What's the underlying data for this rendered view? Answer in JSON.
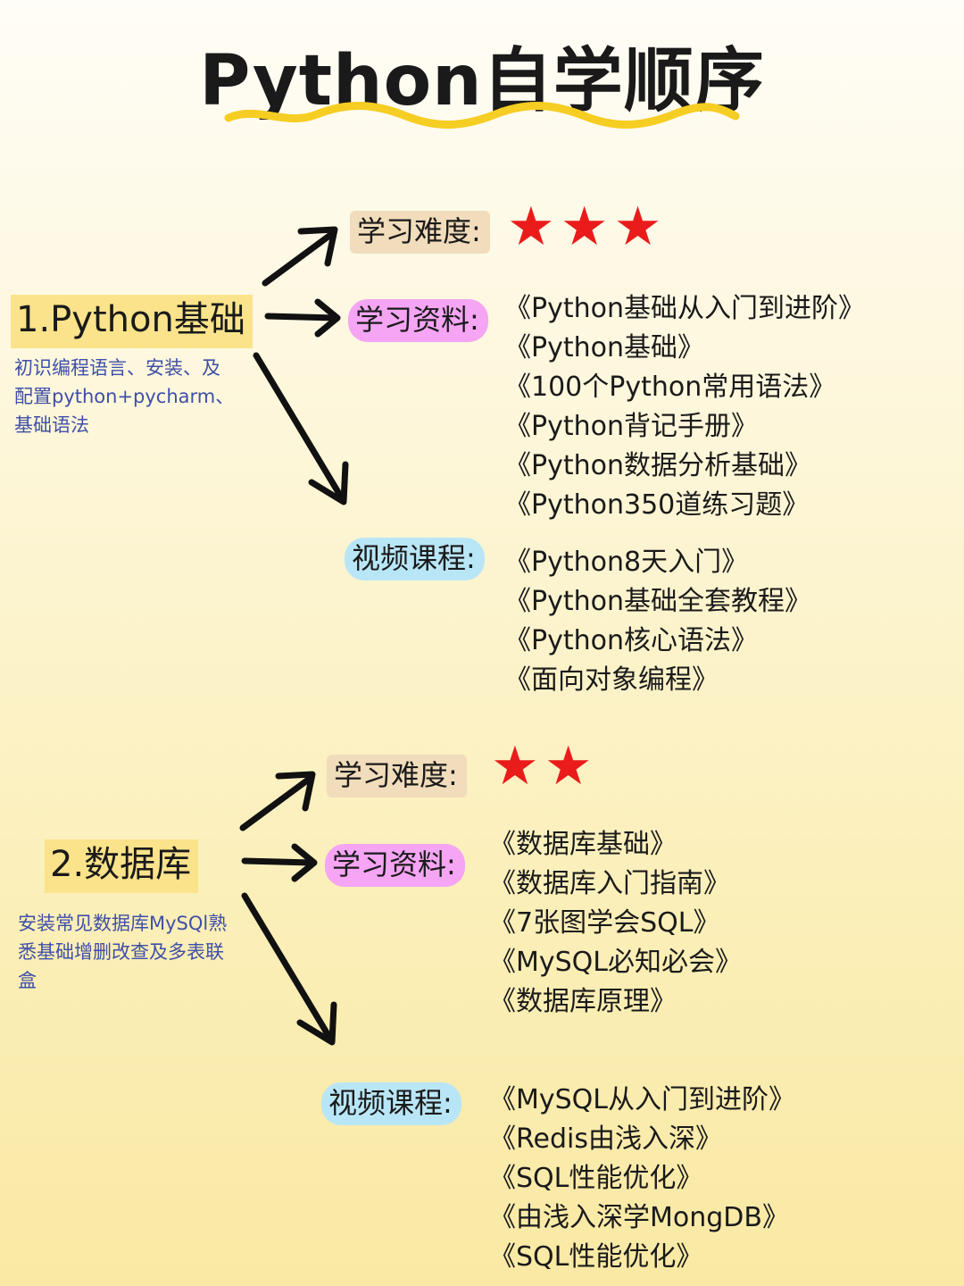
{
  "title": "Python自学顺序",
  "colors": {
    "accent_yellow": "#fbe38b",
    "star_red": "#ea1b1b",
    "difficulty_bg": "#f1dcbb",
    "materials_bg": "#f5a5f4",
    "videos_bg": "#b9e6f6",
    "desc_text": "#3f4fa8"
  },
  "sections": [
    {
      "title": "1.Python基础",
      "description": "初识编程语言、安装、及\n配置python+pycharm、\n基础语法",
      "difficulty_label": "学习难度:",
      "difficulty_stars": 3,
      "difficulty_display": "★★★",
      "materials_label": "学习资料:",
      "materials": [
        "《Python基础从入门到进阶》",
        "《Python基础》",
        "《100个Python常用语法》",
        "《Python背记手册》",
        "《Python数据分析基础》",
        "《Python350道练习题》"
      ],
      "videos_label": "视频课程:",
      "videos": [
        "《Python8天入门》",
        "《Python基础全套教程》",
        "《Python核心语法》",
        "《面向对象编程》"
      ]
    },
    {
      "title": "2.数据库",
      "description": "安装常见数据库MySQl熟\n悉基础增删改查及多表联\n盒",
      "difficulty_label": "学习难度:",
      "difficulty_stars": 2,
      "difficulty_display": "★★",
      "materials_label": "学习资料:",
      "materials": [
        "《数据库基础》",
        "《数据库入门指南》",
        "《7张图学会SQL》",
        "《MySQL必知必会》",
        "《数据库原理》"
      ],
      "videos_label": "视频课程:",
      "videos": [
        "《MySQL从入门到进阶》",
        "《Redis由浅入深》",
        "《SQL性能优化》",
        "《由浅入深学MongDB》",
        "《SQL性能优化》"
      ]
    }
  ]
}
